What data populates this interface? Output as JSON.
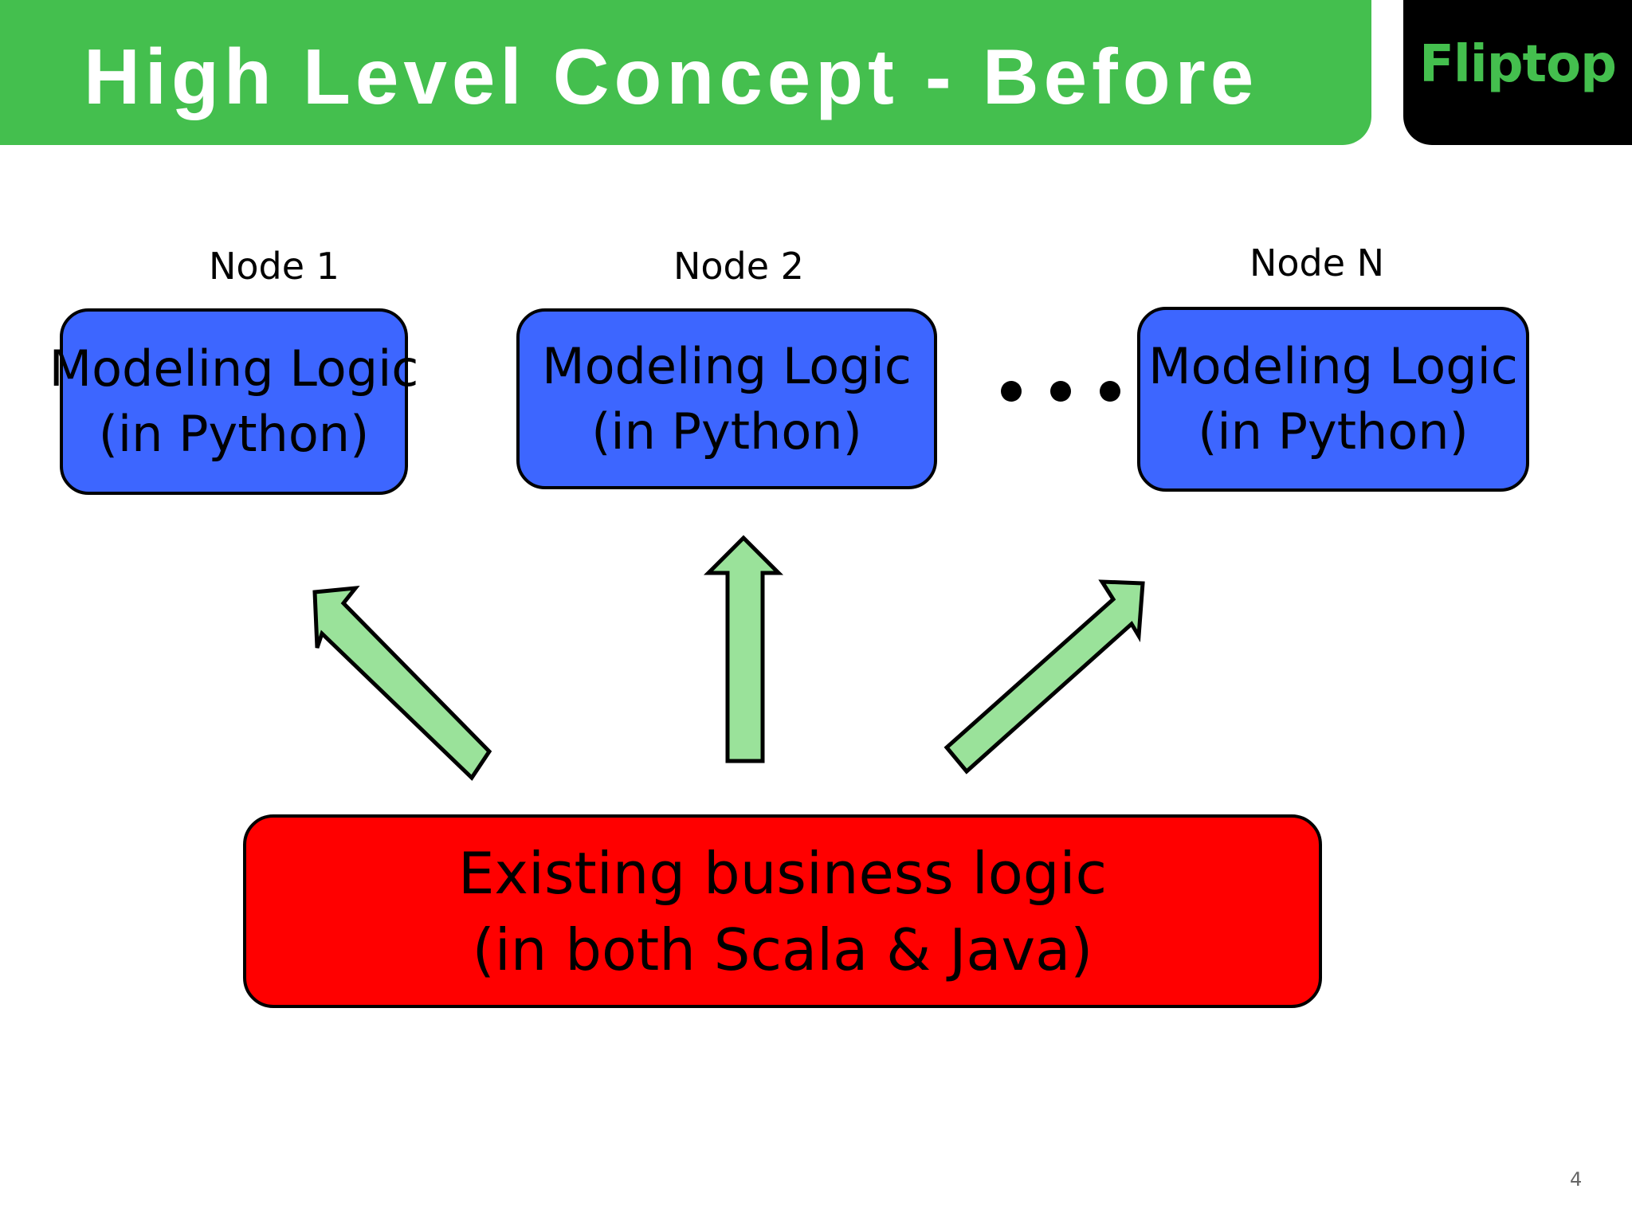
{
  "slide": {
    "title": "High Level Concept - Before",
    "logo": "Fliptop",
    "page_number": "4"
  },
  "nodes": [
    {
      "label": "Node 1",
      "line1": "Modeling Logic",
      "line2": "(in Python)"
    },
    {
      "label": "Node 2",
      "line1": "Modeling Logic",
      "line2": "(in Python)"
    },
    {
      "label": "Node N",
      "line1": "Modeling Logic",
      "line2": "(in Python)"
    }
  ],
  "business_logic": {
    "line1": "Existing business logic",
    "line2": "(in both Scala & Java)"
  },
  "colors": {
    "title_bar": "#44bf4e",
    "node_fill": "#3d66ff",
    "business_fill": "#ff0000",
    "arrow_fill": "#9ae29a"
  }
}
